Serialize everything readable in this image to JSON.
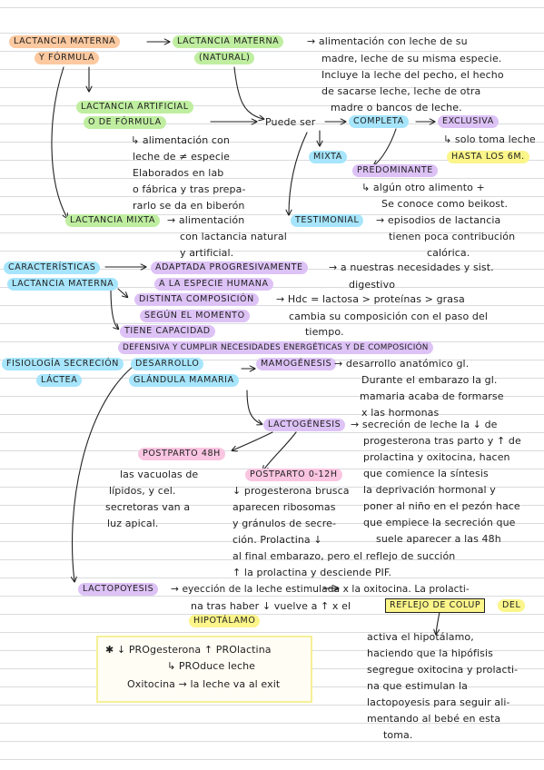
{
  "labels": {
    "lm_1": "LACTANCIA MATERNA",
    "lm_2": "Y FÓRMULA",
    "natural_1": "LACTANCIA MATERNA",
    "natural_2": "(NATURAL)",
    "artificial_1": "LACTANCIA ARTIFICIAL",
    "artificial_2": "O DE FÓRMULA",
    "mixta_title": "LACTANCIA MIXTA",
    "completa": "COMPLETA",
    "exclusiva": "EXCLUSIVA",
    "mixta": "MIXTA",
    "predominante": "PREDOMINANTE",
    "hasta_6m": "HASTA LOS 6M.",
    "testimonial": "TESTIMONIAL",
    "caracteristicas": "CARACTERÍSTICAS",
    "lactancia_materna": "LACTANCIA MATERNA",
    "adaptada_1": "ADAPTADA PROGRESIVAMENTE",
    "adaptada_2": "A LA ESPECIE HUMANA",
    "distinta_1": "DISTINTA COMPOSICIÓN",
    "distinta_2": "SEGÚN EL MOMENTO",
    "tiene_capacidad": "TIENE CAPACIDAD",
    "fisiologia": "FISIOLOGÍA SECRECIÓN",
    "lactea": "LÁCTEA",
    "desarrollo": "DESARROLLO",
    "glandula": "GLÁNDULA MAMARIA",
    "mamogenesis": "MAMOGÉNESIS",
    "lactogenesis": "LACTOGÉNESIS",
    "postparto_48": "POSTPARTO 48H",
    "postparto_012": "POSTPARTO 0-12H",
    "lactopoyesis": "LACTOPOYESIS",
    "reflejo": "REFLEJO DE COLUP",
    "del": "DEL",
    "hipotalamo": "HIPOTÁLAMO"
  },
  "text": {
    "natural_desc": [
      "→ alimentación con leche de su",
      "madre, leche de su misma especie.",
      "Incluye la leche del pecho, el hecho",
      "de sacarse leche, leche de otra",
      "madre o bancos de leche."
    ],
    "puede_ser": "Puede ser",
    "solo_toma": "↳ solo toma leche",
    "artificial_desc": [
      "↳ alimentación con",
      "leche de ≠ especie",
      "Elaborados en lab",
      "o fábrica y tras prepa-",
      "rarlo se da en biberón"
    ],
    "predominante_desc": [
      "↳ algún otro alimento +",
      "Se conoce como beikost."
    ],
    "mixta_desc": [
      "→ alimentación",
      "con lactancia natural",
      "y artificial."
    ],
    "testimonial_desc": [
      "→ episodios de lactancia",
      "tienen poca contribución",
      "calórica."
    ],
    "adaptada_desc": [
      "→ a nuestras necesidades y sist.",
      "digestivo"
    ],
    "distinta_desc": [
      "→ Hdc = lactosa > proteínas > grasa",
      "cambia su composición con el paso del",
      "tiempo."
    ],
    "defensiva": "DEFENSIVA Y CUMPLIR NECESIDADES ENERGÉTICAS Y DE COMPOSICIÓN",
    "mamogenesis_desc": [
      "→ desarrollo anatómico gl.",
      "Durante el embarazo la gl.",
      "mamaria acaba de formarse",
      "x las hormonas"
    ],
    "lactogenesis_desc": [
      "→ secreción de leche la ↓ de",
      "progesterona tras parto y ↑ de",
      "prolactina y oxitocina, hacen",
      "que comience la síntesis",
      "la deprivación hormonal y",
      "poner al niño en el pezón hace",
      "que empiece la secreción que",
      "suele aparecer a las 48h"
    ],
    "postparto_48_desc": [
      "las vacuolas de",
      "lípidos, y cel.",
      "secretoras van a",
      "luz apical."
    ],
    "postparto_012_desc": [
      "↓ progesterona brusca",
      "aparecen ribosomas",
      "y gránulos de secre-",
      "ción. Prolactina ↓"
    ],
    "final_embarazo": [
      "al final embarazo, pero el reflejo de succión",
      "↑ la prolactina y desciende PIF."
    ],
    "lactopoyesis_desc_1": "→ eyección de la leche estimulada x la oxitocina. La prolacti-",
    "lactopoyesis_desc_2": "na tras haber ↓ vuelve a ↑ x el",
    "hipotalamo_desc": [
      "activa el hipotálamo,",
      "haciendo que la hipófisis",
      "segregue oxitocina y prolacti-",
      "na que estimulan la",
      "lactopoyesis para seguir ali-",
      "mentando al bebé en esta",
      "toma."
    ],
    "note": [
      "✱ ↓ PROgesterona ↑ PROlactina",
      "↳ PROduce leche",
      "Oxitocina → la leche va al exit"
    ]
  }
}
